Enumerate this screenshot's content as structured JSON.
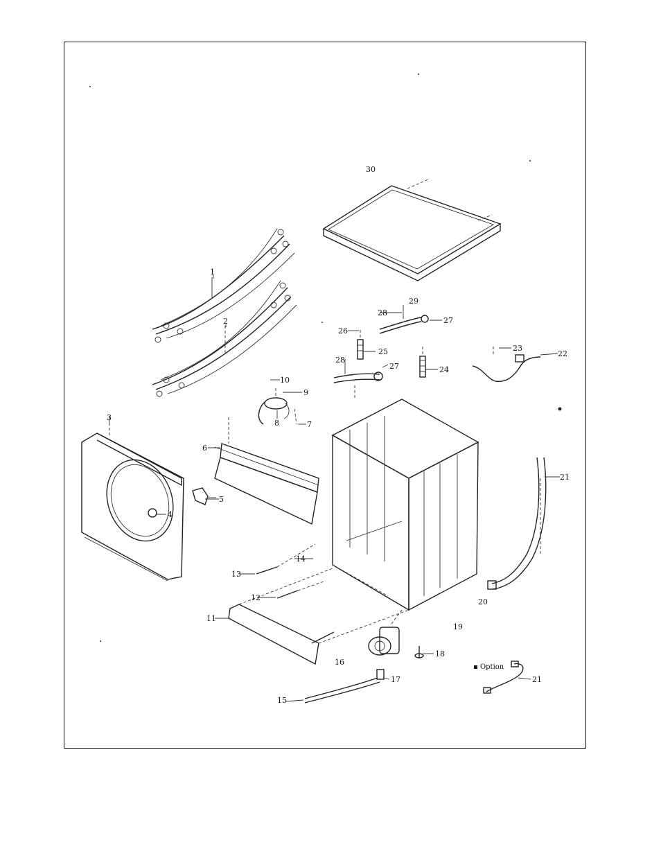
{
  "callouts": [
    {
      "id": "c30",
      "text": "30"
    },
    {
      "id": "c1",
      "text": "1"
    },
    {
      "id": "c2",
      "text": "2"
    },
    {
      "id": "c28",
      "text": "28"
    },
    {
      "id": "c29",
      "text": "29"
    },
    {
      "id": "c27a",
      "text": "27"
    },
    {
      "id": "c26",
      "text": "26"
    },
    {
      "id": "c25",
      "text": "25"
    },
    {
      "id": "c23",
      "text": "23"
    },
    {
      "id": "c22",
      "text": "22"
    },
    {
      "id": "c28b",
      "text": "28"
    },
    {
      "id": "c27b",
      "text": "27"
    },
    {
      "id": "c24",
      "text": "24"
    },
    {
      "id": "c10",
      "text": "10"
    },
    {
      "id": "c9",
      "text": "9"
    },
    {
      "id": "c8",
      "text": "8"
    },
    {
      "id": "c7",
      "text": "7"
    },
    {
      "id": "c3",
      "text": "3"
    },
    {
      "id": "c6",
      "text": "6"
    },
    {
      "id": "c5",
      "text": "5"
    },
    {
      "id": "c4",
      "text": "4"
    },
    {
      "id": "c21a",
      "text": "21"
    },
    {
      "id": "c14",
      "text": "14"
    },
    {
      "id": "c13",
      "text": "13"
    },
    {
      "id": "c12",
      "text": "12"
    },
    {
      "id": "c11",
      "text": "11"
    },
    {
      "id": "c20",
      "text": "20"
    },
    {
      "id": "c19",
      "text": "19"
    },
    {
      "id": "c18",
      "text": "18"
    },
    {
      "id": "c16",
      "text": "16"
    },
    {
      "id": "c17",
      "text": "17"
    },
    {
      "id": "c15",
      "text": "15"
    },
    {
      "id": "c21b",
      "text": "21"
    }
  ],
  "option_note": "▪ Option"
}
